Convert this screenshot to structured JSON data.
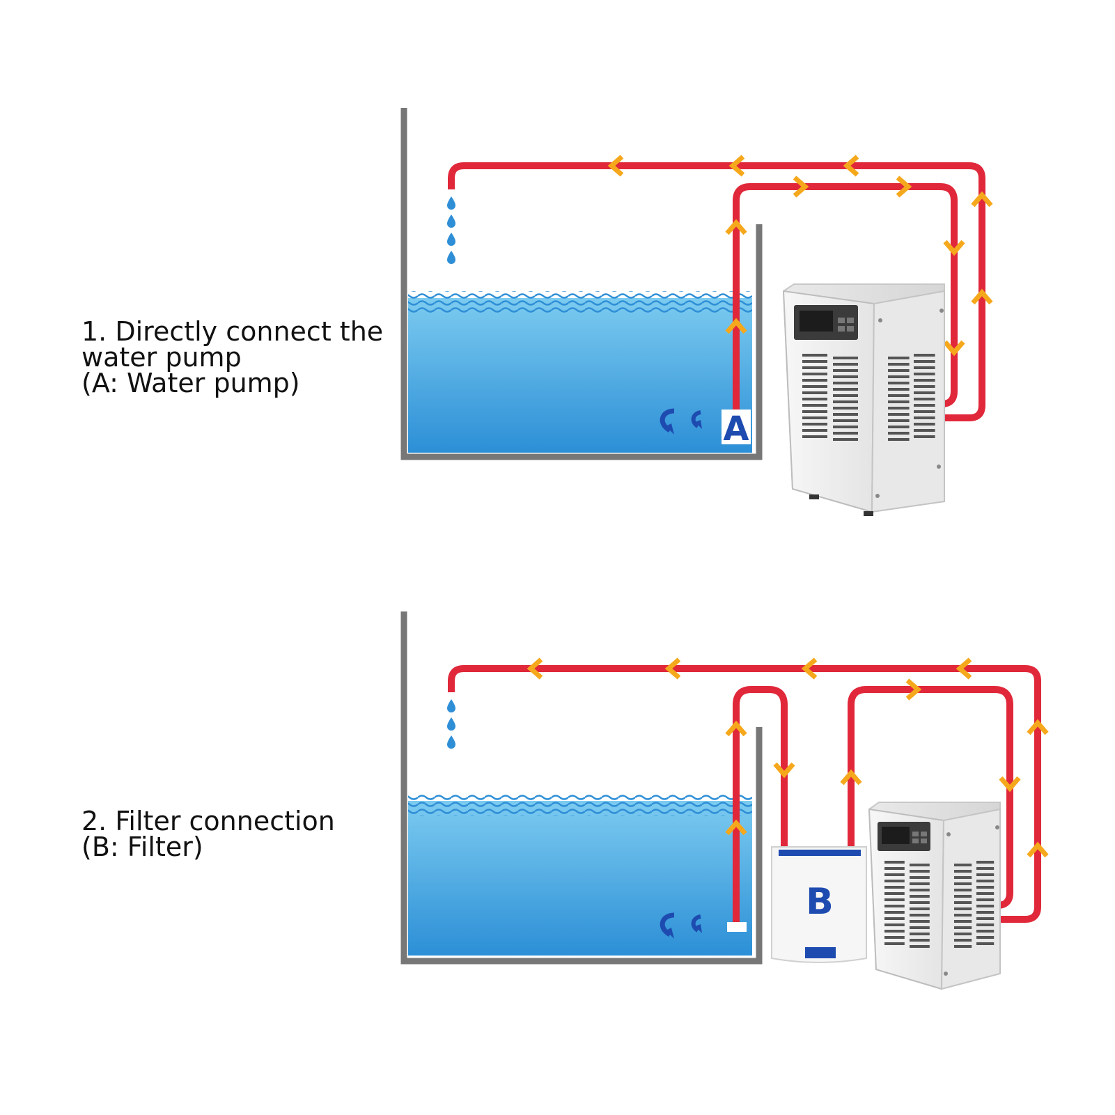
{
  "diagrams": [
    {
      "caption_lines": [
        "1. Directly connect the",
        "water pump",
        "(A: Water pump)"
      ],
      "component_label": "A"
    },
    {
      "caption_lines": [
        "2. Filter connection",
        "(B: Filter)"
      ],
      "component_label": "B"
    }
  ],
  "colors": {
    "pipe": "#e0283a",
    "flow_arrow": "#f6a81c",
    "water_top": "#79c8ef",
    "water_bottom": "#2f92d8",
    "tank_wall": "#777777",
    "label_blue": "#1e4bb0",
    "chiller_body": "#f2f2f2"
  },
  "icons": [
    "water-drop-icon",
    "flow-arrow-icon",
    "circulation-arrow-icon",
    "chiller-unit",
    "digital-display"
  ]
}
